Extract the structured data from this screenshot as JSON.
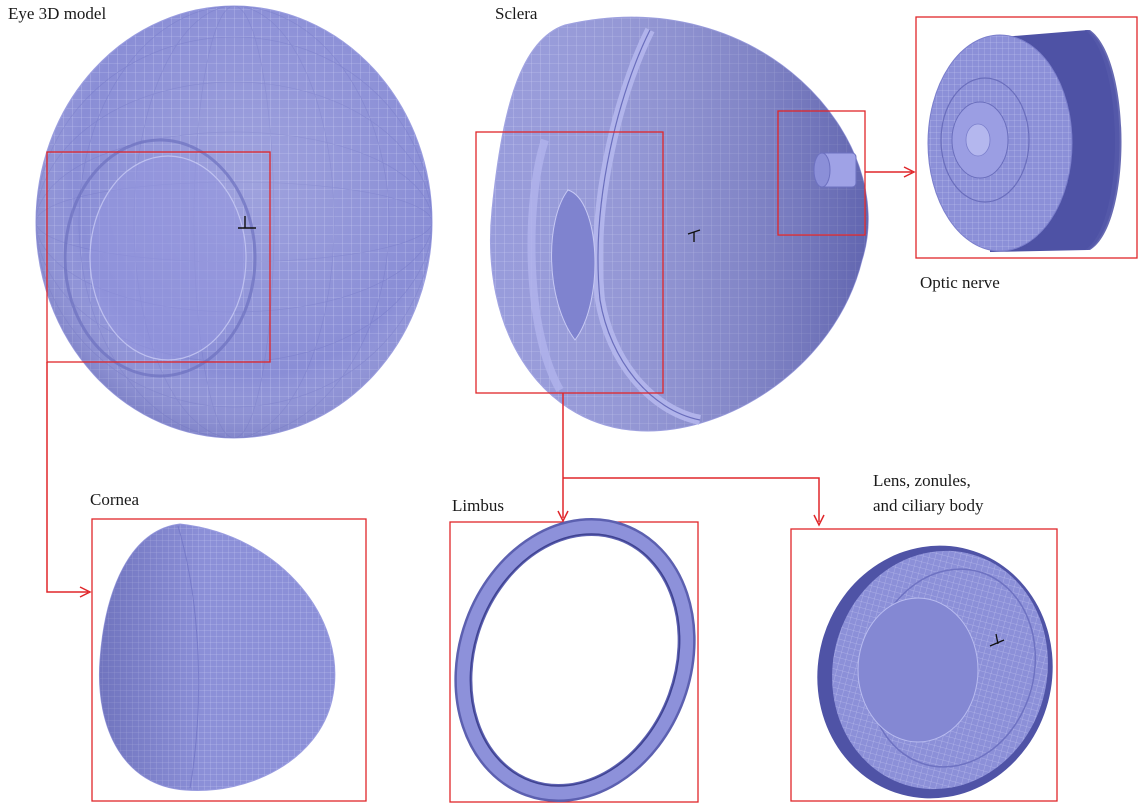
{
  "labels": {
    "eye_model": "Eye 3D model",
    "sclera": "Sclera",
    "optic_nerve": "Optic nerve",
    "cornea": "Cornea",
    "limbus": "Limbus",
    "lens_line1": "Lens, zonules,",
    "lens_line2": "and ciliary body"
  },
  "colors": {
    "mesh_fill": "#8a8ed6",
    "mesh_dark": "#5e62b0",
    "mesh_light": "#a9acea",
    "grid_line": "#c9cbf4",
    "box": "#e0262a",
    "text": "#1a1a1a"
  }
}
